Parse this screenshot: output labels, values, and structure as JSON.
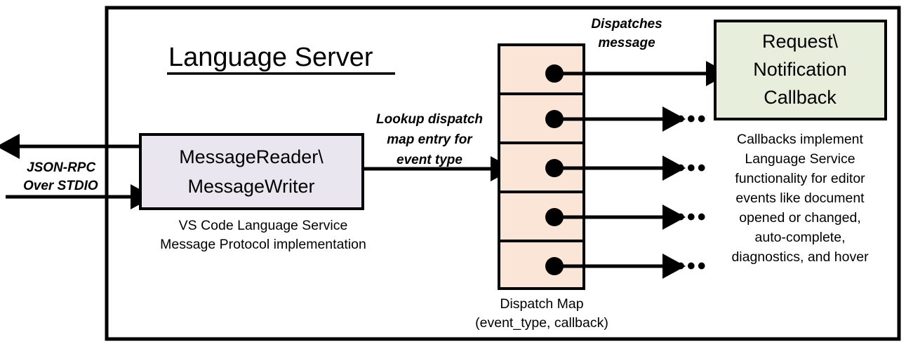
{
  "diagram": {
    "title": "Language Server",
    "colors": {
      "outline": "#000000",
      "background": "#ffffff",
      "message_box_fill": "#EAE6F0",
      "dispatch_cell_fill": "#FBE5D6",
      "callback_box_fill": "#E8EEDC",
      "text": "#000000"
    },
    "external_io": {
      "label_line1": "JSON-RPC",
      "label_line2": "Over STDIO",
      "outgoing_arrow_name": "outgoing-json-rpc-arrow",
      "incoming_arrow_name": "incoming-json-rpc-arrow"
    },
    "message_box": {
      "line1": "MessageReader\\",
      "line2": "MessageWriter",
      "caption_line1": "VS Code Language Service",
      "caption_line2": "Message Protocol implementation"
    },
    "lookup_label": {
      "line1": "Lookup dispatch",
      "line2": "map entry for",
      "line3": "event type"
    },
    "dispatch_map": {
      "caption_line1": "Dispatch Map",
      "caption_line2": "(event_type, callback)",
      "cell_count": 5,
      "cells": [
        {
          "index": 1,
          "has_dot": true,
          "target": "Request\\Notification Callback"
        },
        {
          "index": 2,
          "has_dot": true,
          "target": "..."
        },
        {
          "index": 3,
          "has_dot": true,
          "target": "..."
        },
        {
          "index": 4,
          "has_dot": true,
          "target": "..."
        },
        {
          "index": 5,
          "has_dot": true,
          "target": "..."
        }
      ]
    },
    "dispatch_label": {
      "line1": "Dispatches",
      "line2": "message"
    },
    "callback_box": {
      "line1": "Request\\",
      "line2": "Notification",
      "line3": "Callback",
      "caption_line1": "Callbacks implement",
      "caption_line2": "Language Service",
      "caption_line3": "functionality for editor",
      "caption_line4": "events like document",
      "caption_line5": "opened or changed,",
      "caption_line6": "auto-complete,",
      "caption_line7": "diagnostics, and hover"
    },
    "ellipsis": "•••"
  }
}
